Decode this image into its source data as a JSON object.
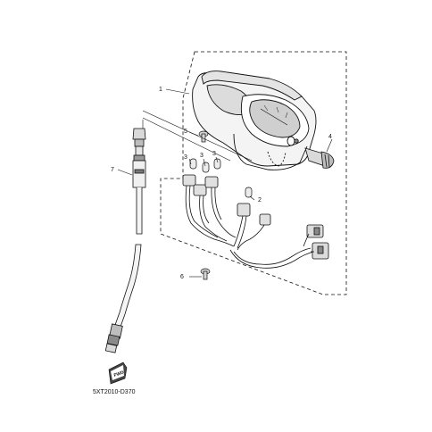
{
  "callouts": {
    "c1": "1",
    "c2": "2",
    "c3a": "3",
    "c3b": "3",
    "c3c": "3",
    "c4": "4",
    "c5": "5",
    "c6": "6",
    "c7": "7"
  },
  "diagram_code": "5XT2010-D370",
  "fwd_label": "FWD",
  "colors": {
    "line": "#111111",
    "fill_light": "#f2f2f2",
    "fill_mid": "#d9d9d9",
    "fill_dark": "#555555"
  }
}
